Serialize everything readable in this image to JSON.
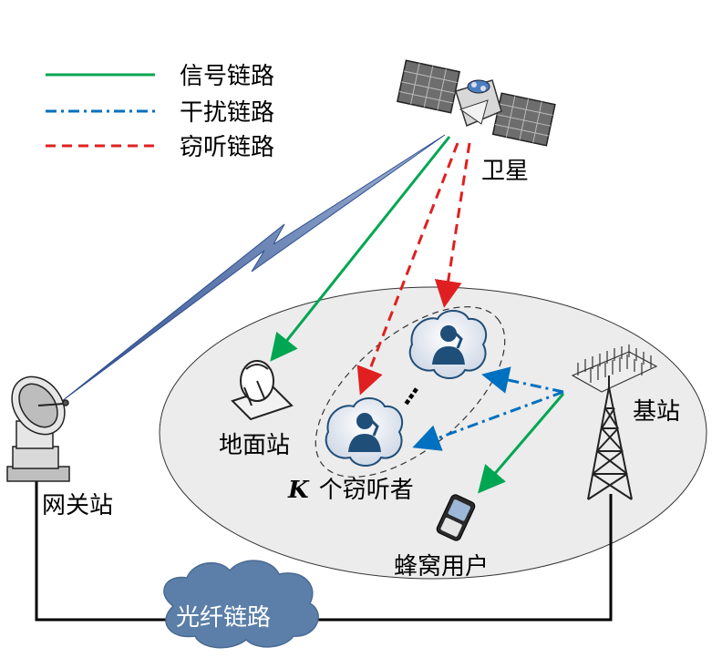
{
  "legend": {
    "items": [
      {
        "label": "信号链路",
        "color": "#00a651",
        "style": "solid"
      },
      {
        "label": "干扰链路",
        "color": "#0070c0",
        "style": "dash-dot"
      },
      {
        "label": "窃听链路",
        "color": "#e02020",
        "style": "dashed"
      }
    ]
  },
  "labels": {
    "satellite": "卫星",
    "base_station": "基站",
    "ground_station": "地面站",
    "eavesdroppers_k": "K",
    "eavesdroppers": "个窃听者",
    "cellular_user": "蜂窝用户",
    "gateway": "网关站",
    "fiber_link": "光纤链路",
    "ellipsis": "⋮"
  },
  "colors": {
    "signal": "#00a651",
    "interference": "#0070c0",
    "eavesdrop": "#e02020",
    "ellipse_fill": "#ececec",
    "cloud_fill": "#5b7fa8",
    "person": "#1f4e79"
  },
  "icons": [
    "satellite-icon",
    "base-station-tower-icon",
    "ground-station-dish-icon",
    "eavesdropper-icon",
    "cellphone-icon",
    "gateway-dish-icon",
    "fiber-cloud-icon",
    "lightning-link-icon"
  ]
}
